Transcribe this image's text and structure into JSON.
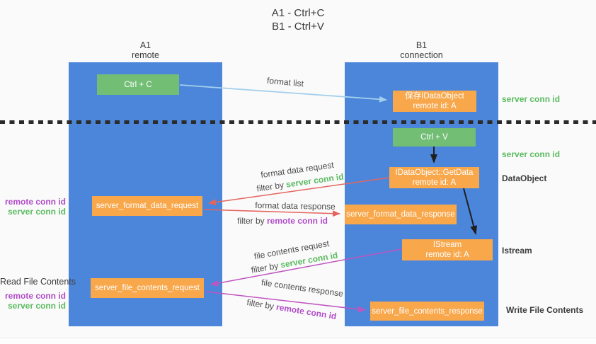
{
  "title": {
    "line1": "A1 - Ctrl+C",
    "line2": "B1 - Ctrl+V"
  },
  "lanes": [
    {
      "name": "A1",
      "subtitle": "remote"
    },
    {
      "name": "B1",
      "subtitle": "connection"
    }
  ],
  "nodes": {
    "ctrl_c": "Ctrl + C",
    "ctrl_v": "Ctrl + V",
    "save_dataobject": {
      "line1": "保存IDataObject",
      "line2": "remote id: A"
    },
    "getdata": {
      "line1": "IDataObject::GetData",
      "line2": "remote id: A"
    },
    "istream": {
      "line1": "IStream",
      "line2": "remote id: A"
    },
    "format_request": "server_format_data_request",
    "format_response": "server_format_data_response",
    "file_request": "server_file_contents_request",
    "file_response": "server_file_contents_response"
  },
  "edge_labels": {
    "format_list": "format list",
    "format_data_request": "format data request",
    "format_data_response": "format data response",
    "file_contents_request": "file contents request",
    "file_contents_response": "file contents response",
    "filter_by": "filter by ",
    "server_conn_id": "server conn id",
    "remote_conn_id": "remote conn id"
  },
  "side_labels": {
    "left_remote_conn_id": "remote conn id",
    "left_server_conn_id": "server conn id",
    "read_file_contents": "Read File Contents",
    "right_server_conn_id_top": "server conn id",
    "right_server_conn_id_mid": "server conn id",
    "dataobject": "DataObject",
    "istream": "Istream",
    "write_file_contents": "Write File Contents"
  },
  "colors": {
    "lane_blue": "#4c86da",
    "green_box": "#72be75",
    "orange_box": "#f8a74b",
    "arrow_light_blue": "#a4cfec",
    "arrow_red": "#e4655f",
    "arrow_purple": "#bf55c1",
    "arrow_black": "#1f1f1f",
    "label_green": "#5bbb60",
    "label_purple": "#b04cc7",
    "background": "#fafafa"
  }
}
